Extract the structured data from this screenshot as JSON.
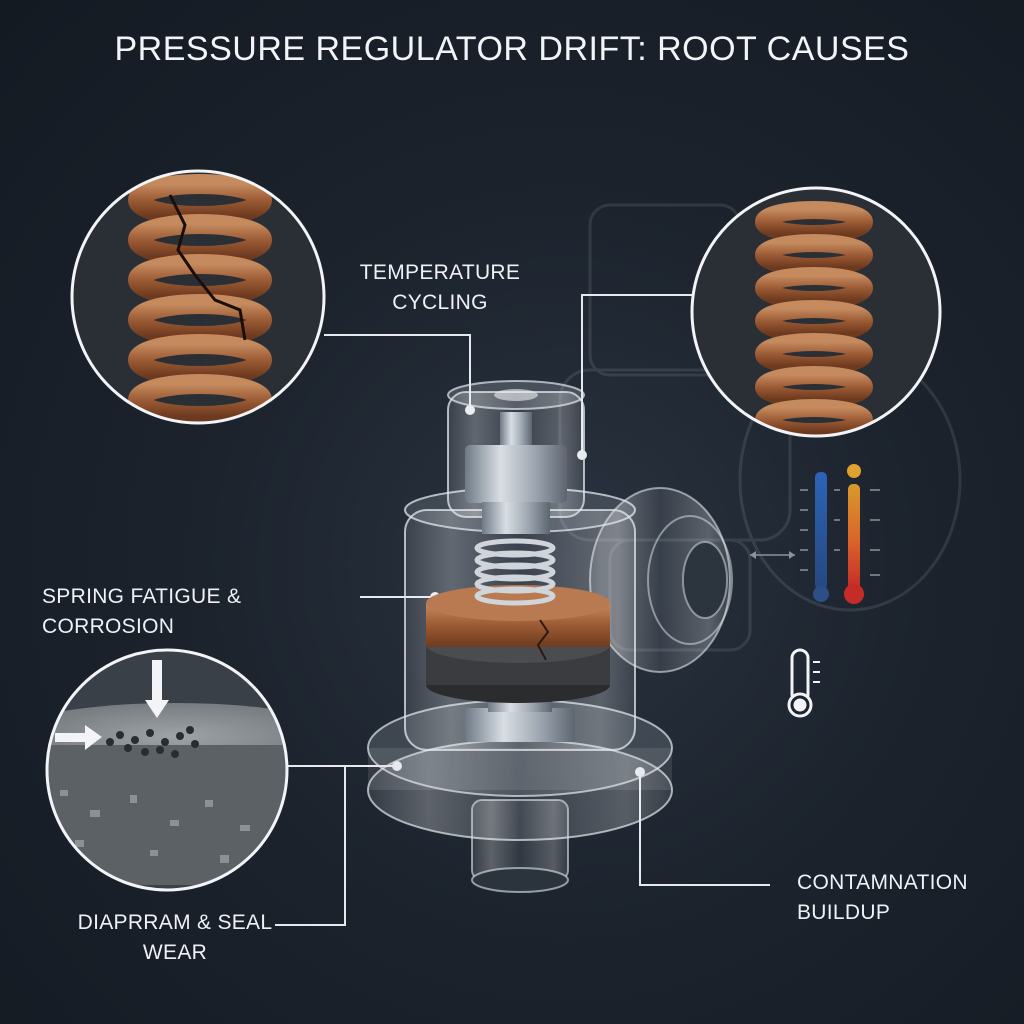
{
  "title": "PRESSURE REGULATOR DRIFT: ROOT CAUSES",
  "callouts": {
    "temperature_line1": "TEMPERATURE",
    "temperature_line2": "CYCLING",
    "spring": "SPRING FATIGUE & CORROSION",
    "diaphragm_line1": "DIAPRRAM & SEAL",
    "diaphragm_line2": "WEAR",
    "contamination_line1": "CONTAMNATION",
    "contamination_line2": "BUILDUP"
  },
  "icons": {
    "left_top_inset": "cracked-rusty-spring-icon",
    "right_top_inset": "rusty-spring-icon",
    "left_bottom_inset": "contaminated-seal-disc-icon",
    "thermometer_gauges": "thermometer-gauges-icon",
    "thermometer": "thermometer-icon"
  },
  "colors": {
    "background": "#1c232d",
    "rust": "#a8673f",
    "cold": "#2f5fae",
    "hot": "#c9322a",
    "line": "#e6e9ee"
  }
}
